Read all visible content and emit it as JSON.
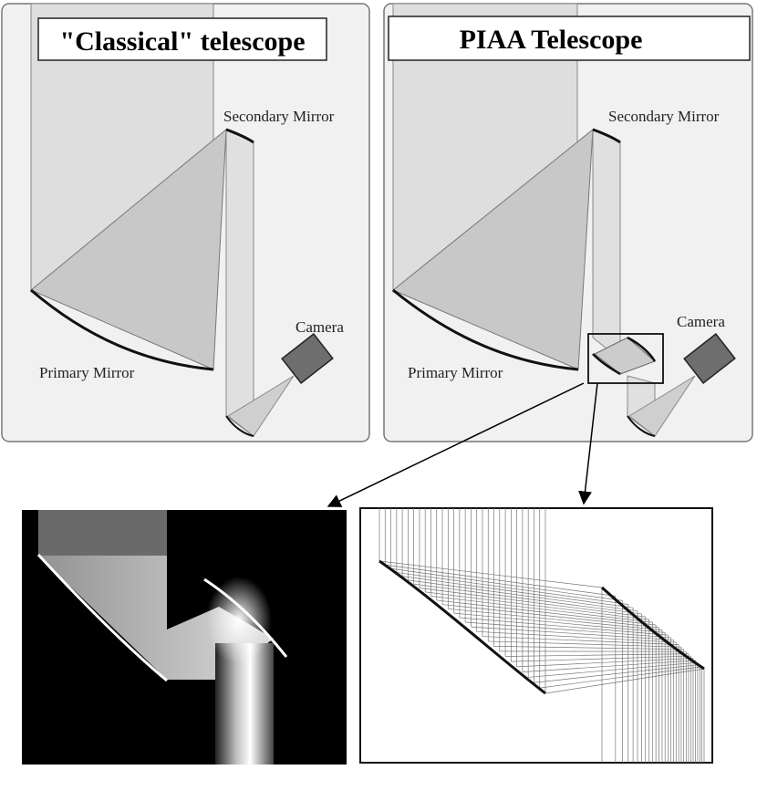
{
  "left_panel": {
    "title": "\"Classical\" telescope",
    "secondary_label": "Secondary Mirror",
    "primary_label": "Primary Mirror",
    "camera_label": "Camera"
  },
  "right_panel": {
    "title": "PIAA Telescope",
    "secondary_label": "Secondary Mirror",
    "primary_label": "Primary Mirror",
    "camera_label": "Camera"
  },
  "colors": {
    "panel_fill": "#f1f1f1",
    "beam_fill": "#dcdcdc",
    "cone_fill": "#c7c7c7",
    "camera_fill": "#6e6e6e",
    "inset_black": "#000000"
  }
}
